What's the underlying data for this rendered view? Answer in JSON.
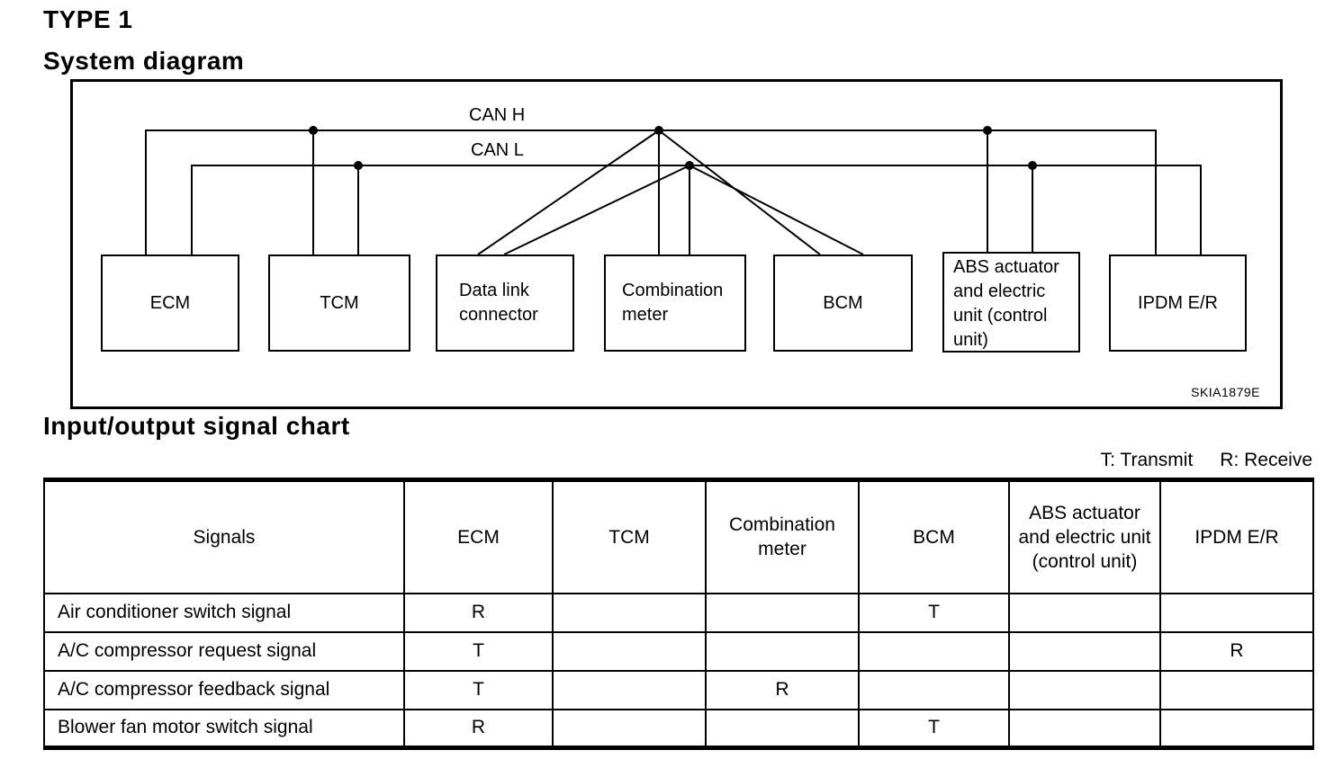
{
  "headings": {
    "type": "TYPE 1",
    "system_diagram": "System diagram",
    "io_chart": "Input/output signal chart"
  },
  "diagram": {
    "bus_labels": {
      "can_h": "CAN H",
      "can_l": "CAN L"
    },
    "nodes": [
      {
        "label": "ECM"
      },
      {
        "label": "TCM"
      },
      {
        "label": "Data link connector"
      },
      {
        "label": "Combination meter"
      },
      {
        "label": "BCM"
      },
      {
        "label": "ABS actuator and electric unit (control unit)"
      },
      {
        "label": "IPDM E/R"
      }
    ],
    "figure_code": "SKIA1879E"
  },
  "legend": {
    "transmit": "T: Transmit",
    "receive": "R: Receive"
  },
  "table": {
    "columns": [
      "Signals",
      "ECM",
      "TCM",
      "Combination meter",
      "BCM",
      "ABS actuator and electric unit (control unit)",
      "IPDM E/R"
    ],
    "rows": [
      {
        "signal": "Air conditioner switch signal",
        "values": [
          "R",
          "",
          "",
          "T",
          "",
          ""
        ]
      },
      {
        "signal": "A/C compressor request signal",
        "values": [
          "T",
          "",
          "",
          "",
          "",
          "R"
        ]
      },
      {
        "signal": "A/C compressor feedback signal",
        "values": [
          "T",
          "",
          "R",
          "",
          "",
          ""
        ]
      },
      {
        "signal": "Blower fan motor switch signal",
        "values": [
          "R",
          "",
          "",
          "T",
          "",
          ""
        ]
      }
    ]
  },
  "colors": {
    "ink": "#000000",
    "paper": "#ffffff"
  }
}
